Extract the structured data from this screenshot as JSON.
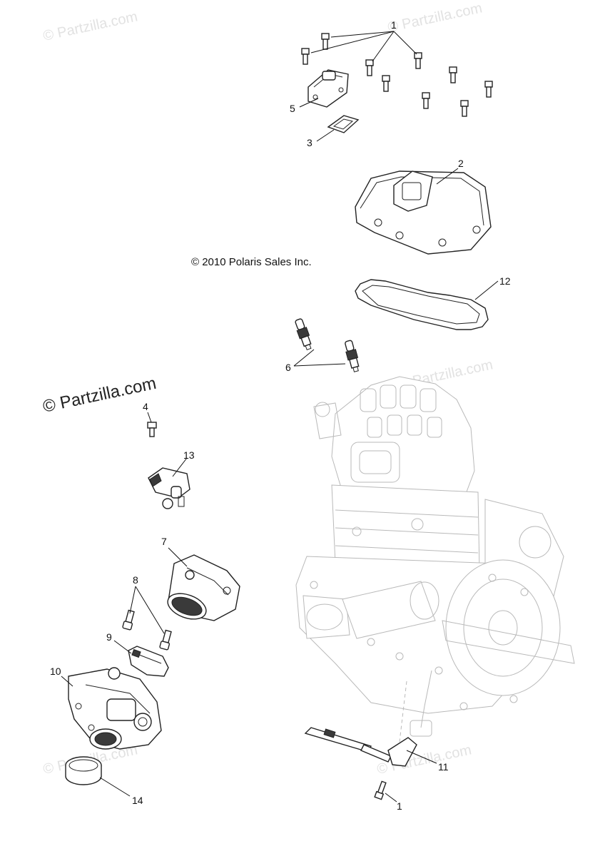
{
  "copyright": "© 2010 Polaris Sales Inc.",
  "watermark_main": "© Partzilla.com",
  "watermark_faint": "© Partzilla.com",
  "callouts": {
    "c1": "1",
    "c2": "2",
    "c3": "3",
    "c4": "4",
    "c5": "5",
    "c6": "6",
    "c7": "7",
    "c8": "8",
    "c9": "9",
    "c10": "10",
    "c11": "11",
    "c12": "12",
    "c13": "13",
    "c14": "14",
    "c1b": "1"
  },
  "colors": {
    "line": "#222222",
    "ghost": "#b9b9b9",
    "watermark": "#e2e2e2"
  }
}
